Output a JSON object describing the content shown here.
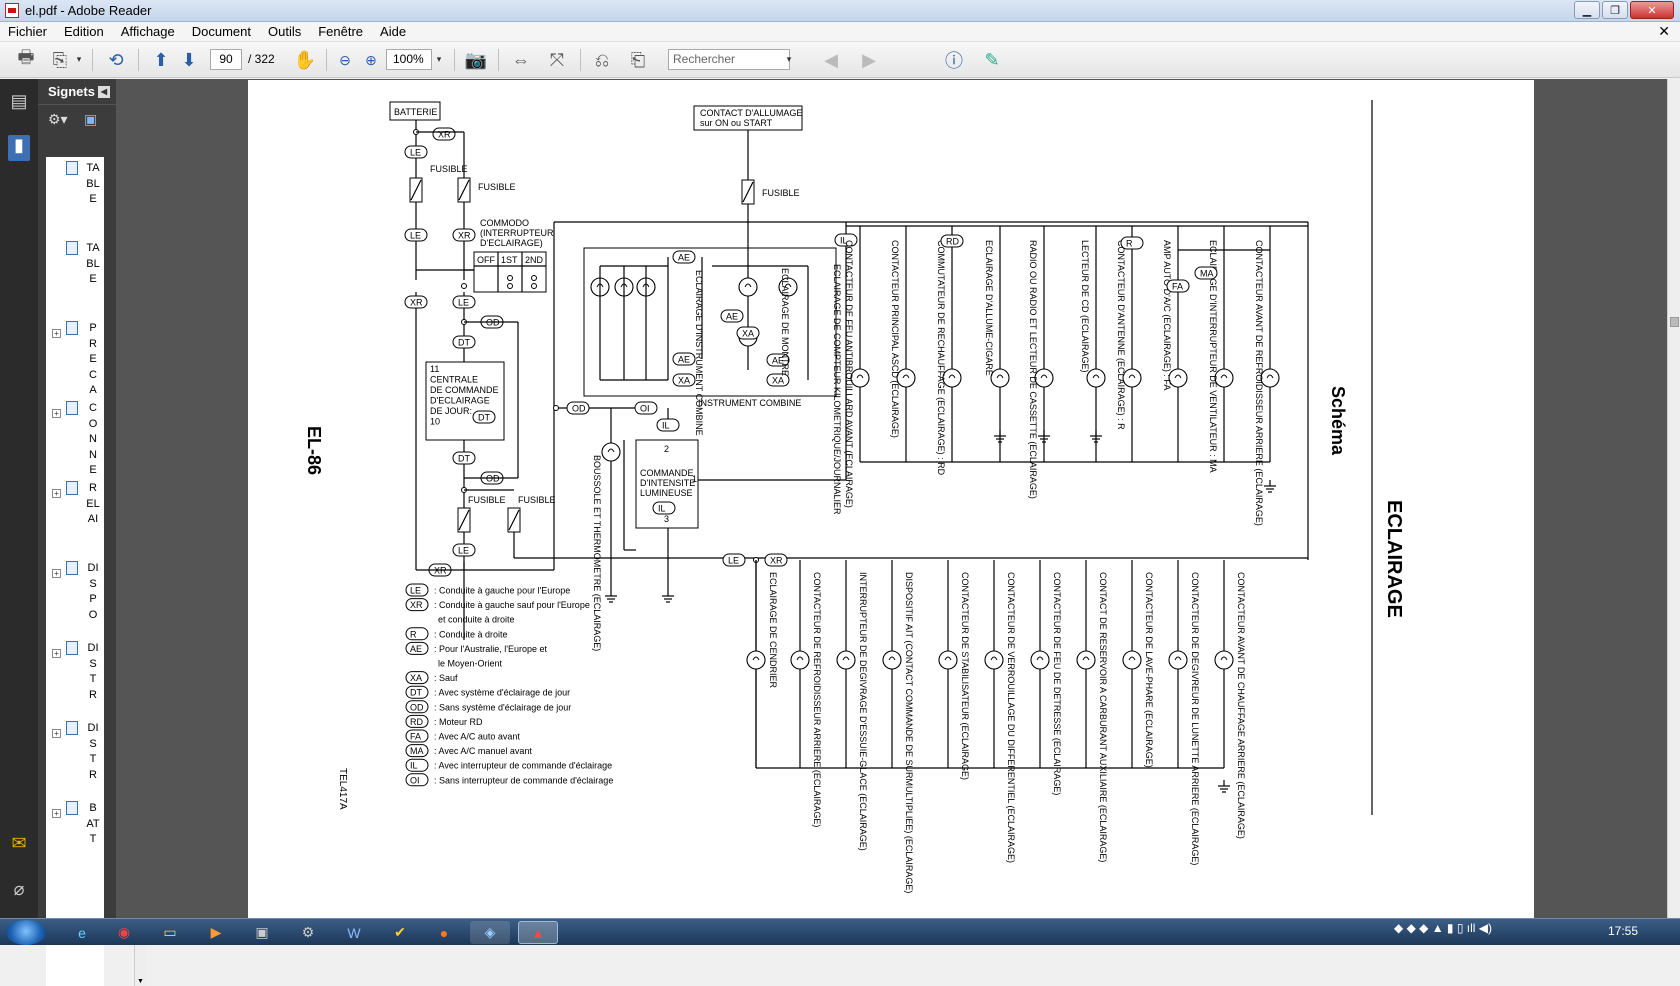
{
  "window": {
    "title": "el.pdf - Adobe Reader"
  },
  "menu": [
    "Fichier",
    "Edition",
    "Affichage",
    "Document",
    "Outils",
    "Fenêtre",
    "Aide"
  ],
  "toolbar": {
    "current_page": "90",
    "total_pages": "/ 322",
    "zoom": "100%",
    "search_placeholder": "Rechercher"
  },
  "bookmarks": {
    "header": "Signets",
    "items": [
      {
        "label": "TABLE",
        "expandable": false
      },
      {
        "label": "TABLE",
        "expandable": false
      },
      {
        "label": "PRECA",
        "expandable": true
      },
      {
        "label": "CONNE",
        "expandable": true
      },
      {
        "label": "RELAI",
        "expandable": true
      },
      {
        "label": "DISPO",
        "expandable": true
      },
      {
        "label": "DISTR",
        "expandable": true
      },
      {
        "label": "DISTR",
        "expandable": true
      },
      {
        "label": "BATT",
        "expandable": true
      }
    ]
  },
  "diagram": {
    "page_ref": "EL-86",
    "title": "ECLAIRAGE",
    "subtitle": "Schéma",
    "figure_code": "TEL417A",
    "batterie": "BATTERIE",
    "contact_allumage": [
      "CONTACT D'ALLUMAGE",
      "sur ON ou START"
    ],
    "fusible": "FUSIBLE",
    "commodo": [
      "COMMODO",
      "(INTERRUPTEUR",
      "D'ECLAIRAGE)"
    ],
    "switch_positions": [
      "OFF",
      "1ST",
      "2ND"
    ],
    "centrale": [
      "11",
      "CENTRALE",
      "DE COMMANDE",
      "D'ECLAIRAGE",
      "DE JOUR:",
      "10"
    ],
    "commande_intensite": [
      "2",
      "COMMANDE",
      "D'INTENSITE",
      "LUMINEUSE",
      "3",
      "1"
    ],
    "instrument_combine": "INSTRUMENT COMBINE",
    "connectors": {
      "LE": "LE",
      "XR": "XR",
      "OD": "OD",
      "DT": "DT",
      "IL": "IL",
      "OI": "OI",
      "AE": "AE",
      "XA": "XA",
      "RD": "RD",
      "R": "R",
      "MA": "MA",
      "FA": "FA"
    },
    "upper_components": [
      "CONTACTEUR DE FEU ANTIBROUILLARD AVANT (ECLAIRAGE)",
      "CONTACTEUR PRINCIPAL ASCD (ECLAIRAGE)",
      "COMMUTATEUR DE RECHAUFFAGE (ECLAIRAGE) : RD",
      "ECLAIRAGE D'ALLUME-CIGARE",
      "RADIO OU RADIO ET LECTEUR DE CASSETTE (ECLAIRAGE)",
      "LECTEUR DE CD (ECLAIRAGE)",
      "CONTACTEUR D'ANTENNE (ECLAIRAGE) : R",
      "AMP AUTO D'A/C (ECLAIRAGE) : FA",
      "ECLAIRAGE D'INTERRUPTEUR DE VENTILATEUR : MA",
      "CONTACTEUR AVANT DE REFROIDISSEUR ARRIERE (ECLAIRAGE)"
    ],
    "cluster_components": [
      "ECLAIRAGE DE COMPTEUR KILOMETRIQUE/JOURNALIER",
      "ECLAIRAGE DE MONTRE",
      "ECLAIRAGE D'INSTRUMENT COMBINE"
    ],
    "bussole": "BOUSSOLE ET THERMOMETRE (ECLAIRAGE)",
    "lower_components": [
      "ECLAIRAGE DE CENDRIER",
      "CONTACTEUR DE REFROIDISSEUR ARRIERE (ECLAIRAGE)",
      "INTERRUPTEUR DE DEGIVRAGE D'ESSUIE-GLACE (ECLAIRAGE)",
      "DISPOSITIF AIT (CONTACT COMMANDE DE SURMULTIPLIEE) (ECLAIRAGE)",
      "CONTACTEUR DE STABILISATEUR (ECLAIRAGE)",
      "CONTACTEUR DE VERROUILLAGE DU DIFFERENTIEL (ECLAIRAGE)",
      "CONTACTEUR DE FEU DE DETRESSE (ECLAIRAGE)",
      "CONTACT DE RESERVOIR A CARBURANT AUXILIAIRE (ECLAIRAGE)",
      "CONTACTEUR DE LAVE-PHARE (ECLAIRAGE)",
      "CONTACTEUR DE DEGIVREUR DE LUNETTE ARRIERE (ECLAIRAGE)",
      "CONTACTEUR AVANT DE CHAUFFAGE ARRIERE (ECLAIRAGE)"
    ],
    "legend": [
      {
        "code": "LE",
        "text": ": Conduite à gauche pour l'Europe"
      },
      {
        "code": "XR",
        "text": ": Conduite à gauche sauf pour l'Europe"
      },
      {
        "code": "",
        "text": "et conduite à droite"
      },
      {
        "code": "R",
        "text": ": Conduite à droite"
      },
      {
        "code": "AE",
        "text": ": Pour l'Australie, l'Europe et"
      },
      {
        "code": "",
        "text": "le Moyen-Orient"
      },
      {
        "code": "XA",
        "text": ": Sauf"
      },
      {
        "code": "DT",
        "text": ": Avec système d'éclairage de jour"
      },
      {
        "code": "OD",
        "text": ": Sans système d'éclairage de jour"
      },
      {
        "code": "RD",
        "text": ": Moteur RD"
      },
      {
        "code": "FA",
        "text": ": Avec A/C auto avant"
      },
      {
        "code": "MA",
        "text": ": Avec A/C manuel avant"
      },
      {
        "code": "IL",
        "text": ": Avec interrupteur de commande d'éclairage"
      },
      {
        "code": "OI",
        "text": ": Sans interrupteur de commande d'éclairage"
      }
    ]
  },
  "taskbar": {
    "clock": "17:55"
  },
  "colors": {
    "accent": "#2a5fa8",
    "titlebar": "#c6d6ec",
    "taskbar": "#1c3758",
    "docbg": "#555555"
  }
}
